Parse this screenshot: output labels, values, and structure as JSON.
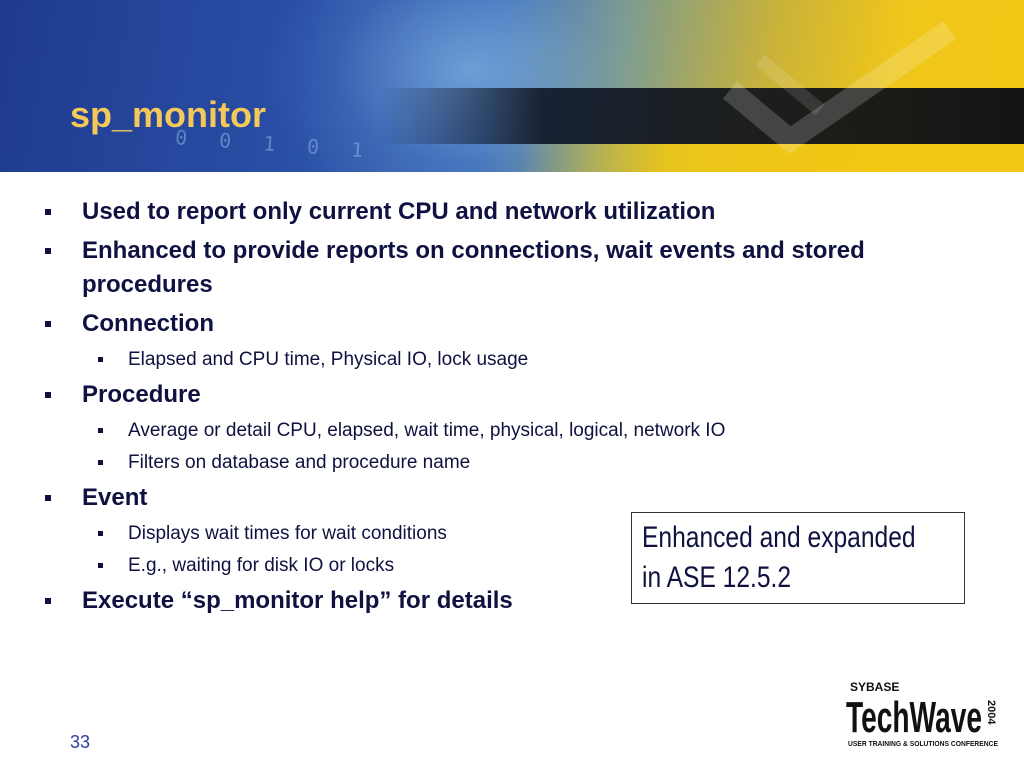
{
  "slide": {
    "title": "sp_monitor",
    "page_number": "33",
    "banner_digits": "0 0 1 0 1",
    "bullets": [
      {
        "level": 1,
        "text": "Used to report only current CPU and network utilization"
      },
      {
        "level": 1,
        "text": "Enhanced to provide reports on connections, wait events and stored procedures"
      },
      {
        "level": 1,
        "text": "Connection"
      },
      {
        "level": 2,
        "text": "Elapsed and CPU time, Physical IO, lock usage"
      },
      {
        "level": 1,
        "text": "Procedure"
      },
      {
        "level": 2,
        "text": "Average or detail CPU, elapsed, wait time, physical, logical, network IO"
      },
      {
        "level": 2,
        "text": "Filters on database and procedure name"
      },
      {
        "level": 1,
        "text": "Event"
      },
      {
        "level": 2,
        "text": "Displays wait times for wait conditions"
      },
      {
        "level": 2,
        "text": "E.g., waiting for disk IO or locks"
      },
      {
        "level": 1,
        "text": "Execute “sp_monitor help” for details"
      }
    ],
    "callout": {
      "line1": "Enhanced and expanded",
      "line2": "in ASE 12.5.2"
    }
  },
  "logo": {
    "brand": "SYBASE",
    "name": "TechWave",
    "year": "2004",
    "tagline": "USER TRAINING & SOLUTIONS CONFERENCE"
  },
  "colors": {
    "title": "#f5c85a",
    "text": "#0f1240",
    "banner_blue": "#2a4fa6",
    "banner_gold": "#f2c614"
  }
}
